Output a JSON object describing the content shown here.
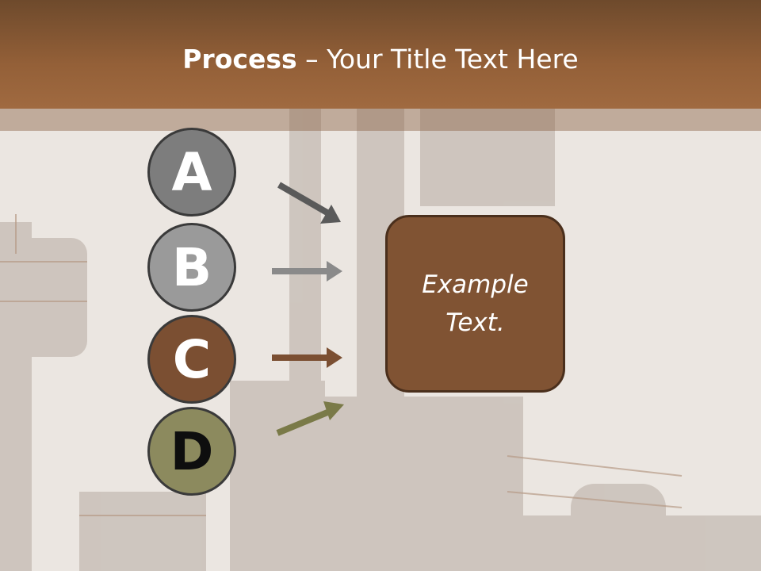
{
  "slide": {
    "title_bold": "Process",
    "title_rest": " – Your Title Text Here",
    "steps": [
      {
        "letter": "A",
        "color": "#7d7d7d",
        "arrow_color": "#5a5a5a"
      },
      {
        "letter": "B",
        "color": "#9a9a9a",
        "arrow_color": "#8a8a8a"
      },
      {
        "letter": "C",
        "color": "#7b4f32",
        "arrow_color": "#7b4f32"
      },
      {
        "letter": "D",
        "color": "#8c8a5e",
        "arrow_color": "#7a7a48"
      }
    ],
    "box": {
      "line1": "Example",
      "line2": "Text.",
      "color": "#805333"
    },
    "colors": {
      "title_bar": "#946038",
      "background": "#e9e4df"
    }
  }
}
